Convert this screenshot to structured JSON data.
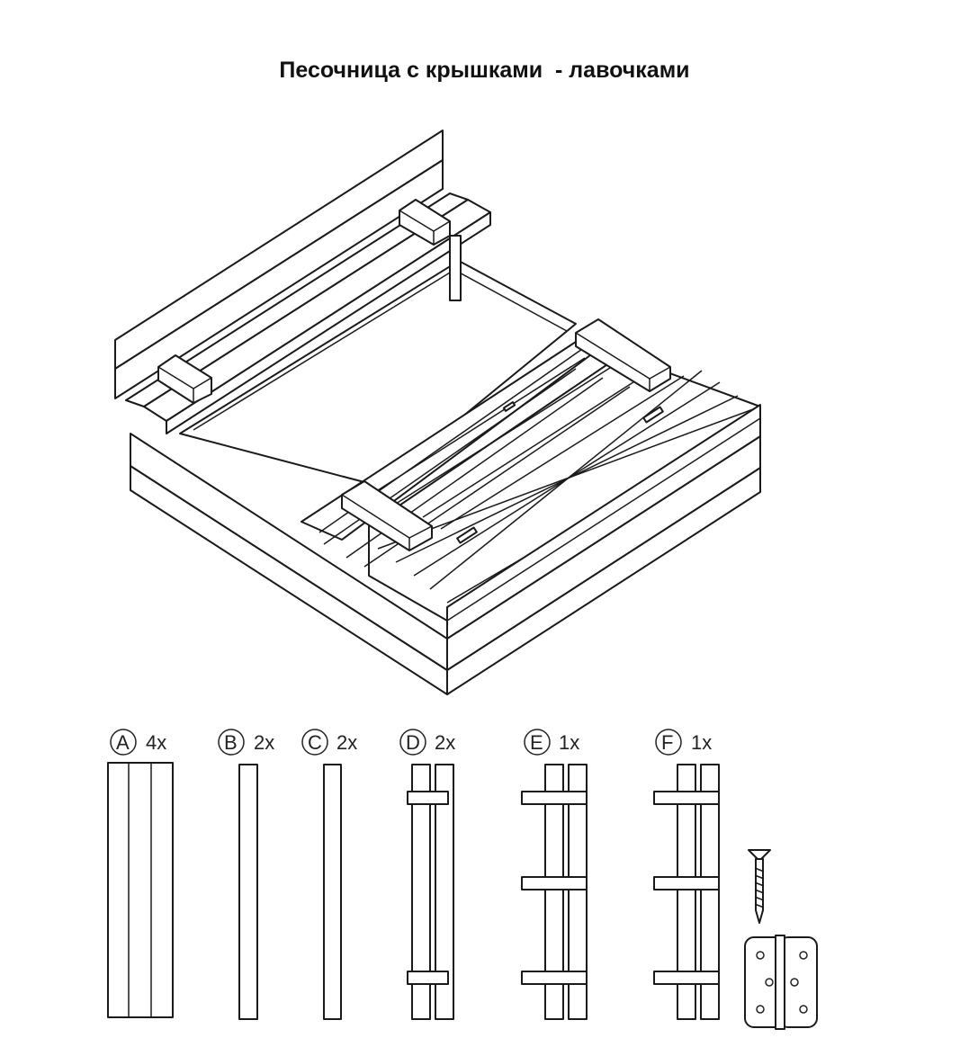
{
  "title": "Песочница с крышками  - лавочками",
  "parts": [
    {
      "letter": "A",
      "qty": "4x"
    },
    {
      "letter": "B",
      "qty": "2x"
    },
    {
      "letter": "C",
      "qty": "2x"
    },
    {
      "letter": "D",
      "qty": "2x"
    },
    {
      "letter": "E",
      "qty": "1x"
    },
    {
      "letter": "F",
      "qty": "1x"
    }
  ],
  "hardware": [
    "screw-icon",
    "hinge-icon"
  ],
  "colors": {
    "line": "#1a1a1a",
    "background": "#ffffff"
  }
}
